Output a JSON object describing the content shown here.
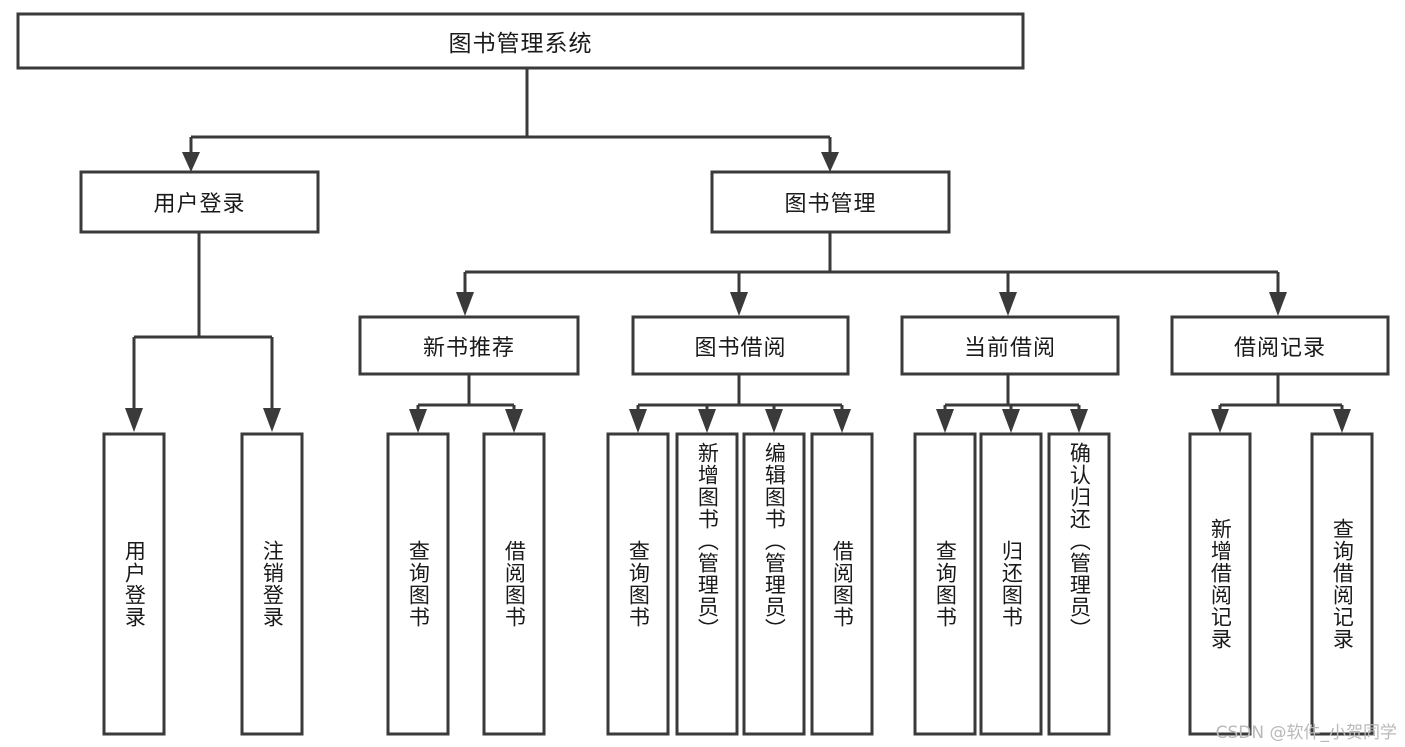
{
  "diagram": {
    "type": "hierarchy-tree",
    "title": "图书管理系统",
    "watermark": "CSDN @软件_小贺同学",
    "colors": {
      "background": "#ffffff",
      "stroke": "#3a3a3a",
      "text": "#1a1a1a",
      "watermark": "#b9b9b9"
    },
    "nodes": {
      "root": {
        "label": "图书管理系统",
        "level": 1
      },
      "user_login": {
        "label": "用户登录",
        "level": 2
      },
      "book_manage": {
        "label": "图书管理",
        "level": 2
      },
      "new_book_rec": {
        "label": "新书推荐",
        "level": 3
      },
      "book_borrow": {
        "label": "图书借阅",
        "level": 3
      },
      "current_borrow": {
        "label": "当前借阅",
        "level": 3
      },
      "borrow_record": {
        "label": "借阅记录",
        "level": 3
      },
      "leaf_1": {
        "label": "用户登录",
        "level": 4
      },
      "leaf_2": {
        "label": "注销登录",
        "level": 4
      },
      "leaf_3": {
        "label": "查询图书",
        "level": 4
      },
      "leaf_4": {
        "label": "借阅图书",
        "level": 4
      },
      "leaf_5": {
        "label": "查询图书",
        "level": 4
      },
      "leaf_6": {
        "label": "新增图书（管理员）",
        "level": 4
      },
      "leaf_7": {
        "label": "编辑图书（管理员）",
        "level": 4
      },
      "leaf_8": {
        "label": "借阅图书",
        "level": 4
      },
      "leaf_9": {
        "label": "查询图书",
        "level": 4
      },
      "leaf_10": {
        "label": "归还图书",
        "level": 4
      },
      "leaf_11": {
        "label": "确认归还（管理员）",
        "level": 4
      },
      "leaf_12": {
        "label": "新增借阅记录",
        "level": 4
      },
      "leaf_13": {
        "label": "查询借阅记录",
        "level": 4
      }
    },
    "edges": [
      {
        "from": "root",
        "to": "user_login"
      },
      {
        "from": "root",
        "to": "book_manage"
      },
      {
        "from": "user_login",
        "to": "leaf_1"
      },
      {
        "from": "user_login",
        "to": "leaf_2"
      },
      {
        "from": "book_manage",
        "to": "new_book_rec"
      },
      {
        "from": "book_manage",
        "to": "book_borrow"
      },
      {
        "from": "book_manage",
        "to": "current_borrow"
      },
      {
        "from": "book_manage",
        "to": "borrow_record"
      },
      {
        "from": "new_book_rec",
        "to": "leaf_3"
      },
      {
        "from": "new_book_rec",
        "to": "leaf_4"
      },
      {
        "from": "book_borrow",
        "to": "leaf_5"
      },
      {
        "from": "book_borrow",
        "to": "leaf_6"
      },
      {
        "from": "book_borrow",
        "to": "leaf_7"
      },
      {
        "from": "book_borrow",
        "to": "leaf_8"
      },
      {
        "from": "current_borrow",
        "to": "leaf_9"
      },
      {
        "from": "current_borrow",
        "to": "leaf_10"
      },
      {
        "from": "current_borrow",
        "to": "leaf_11"
      },
      {
        "from": "borrow_record",
        "to": "leaf_12"
      },
      {
        "from": "borrow_record",
        "to": "leaf_13"
      }
    ]
  }
}
